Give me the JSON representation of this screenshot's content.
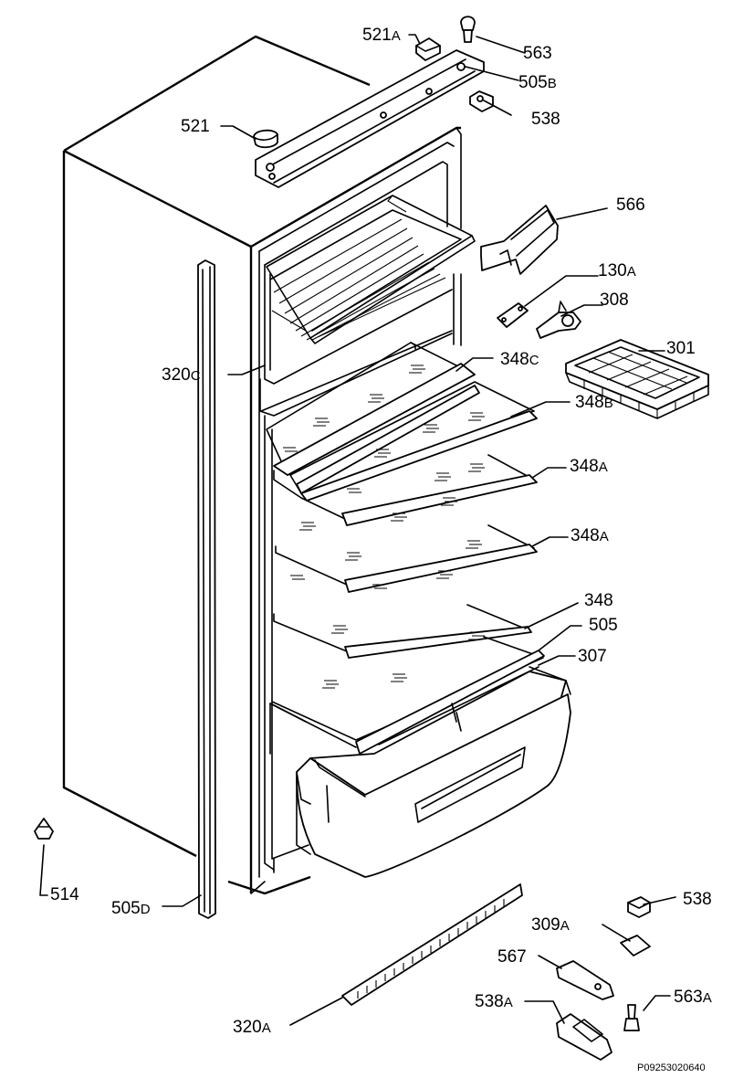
{
  "document_code": "P09253020640",
  "callouts": [
    {
      "id": "521a",
      "num": "521",
      "suffix": "A"
    },
    {
      "id": "563",
      "num": "563",
      "suffix": ""
    },
    {
      "id": "505b",
      "num": "505",
      "suffix": "B"
    },
    {
      "id": "538-top",
      "num": "538",
      "suffix": ""
    },
    {
      "id": "521",
      "num": "521",
      "suffix": ""
    },
    {
      "id": "566",
      "num": "566",
      "suffix": ""
    },
    {
      "id": "130a",
      "num": "130",
      "suffix": "A"
    },
    {
      "id": "308",
      "num": "308",
      "suffix": ""
    },
    {
      "id": "301",
      "num": "301",
      "suffix": ""
    },
    {
      "id": "320c",
      "num": "320",
      "suffix": "C"
    },
    {
      "id": "348c",
      "num": "348",
      "suffix": "C"
    },
    {
      "id": "348b",
      "num": "348",
      "suffix": "B"
    },
    {
      "id": "348a-1",
      "num": "348",
      "suffix": "A"
    },
    {
      "id": "348a-2",
      "num": "348",
      "suffix": "A"
    },
    {
      "id": "348",
      "num": "348",
      "suffix": ""
    },
    {
      "id": "505",
      "num": "505",
      "suffix": ""
    },
    {
      "id": "307",
      "num": "307",
      "suffix": ""
    },
    {
      "id": "514",
      "num": "514",
      "suffix": ""
    },
    {
      "id": "505d",
      "num": "505",
      "suffix": "D"
    },
    {
      "id": "538-bottom",
      "num": "538",
      "suffix": ""
    },
    {
      "id": "309a",
      "num": "309",
      "suffix": "A"
    },
    {
      "id": "567",
      "num": "567",
      "suffix": ""
    },
    {
      "id": "563a",
      "num": "563",
      "suffix": "A"
    },
    {
      "id": "538a",
      "num": "538",
      "suffix": "A"
    },
    {
      "id": "320a",
      "num": "320",
      "suffix": "A"
    }
  ]
}
